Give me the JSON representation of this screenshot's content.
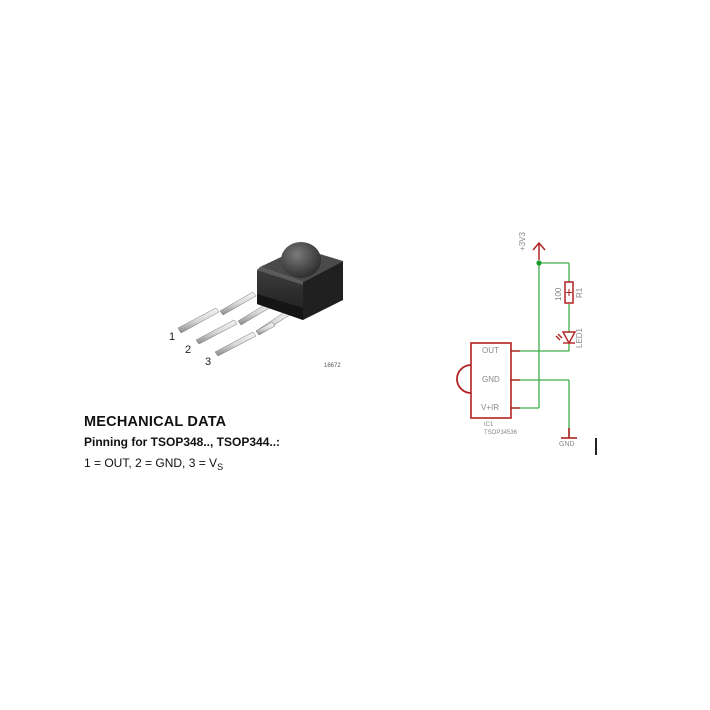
{
  "figure": {
    "pin_labels": [
      "1",
      "2",
      "3"
    ],
    "figure_id": "16672"
  },
  "mechanical": {
    "title": "MECHANICAL DATA",
    "pinning_title": "Pinning for TSOP348.., TSOP344..:",
    "pin_map_prefix": "1 = OUT, 2 = GND, 3 = V",
    "pin_map_sub": "S"
  },
  "schematic": {
    "supply_label": "+3V3",
    "resistor_value": "100",
    "resistor_name": "R1",
    "led_name": "LED1",
    "ic_pins": [
      "OUT",
      "GND",
      "V+IR"
    ],
    "ic_name": "IC1",
    "ic_part": "TSOP34536",
    "ground_label": "GND",
    "colors": {
      "component": "#b22222",
      "wire": "#3fae4a",
      "junction": "#1a9a2a",
      "text": "#888888"
    }
  }
}
